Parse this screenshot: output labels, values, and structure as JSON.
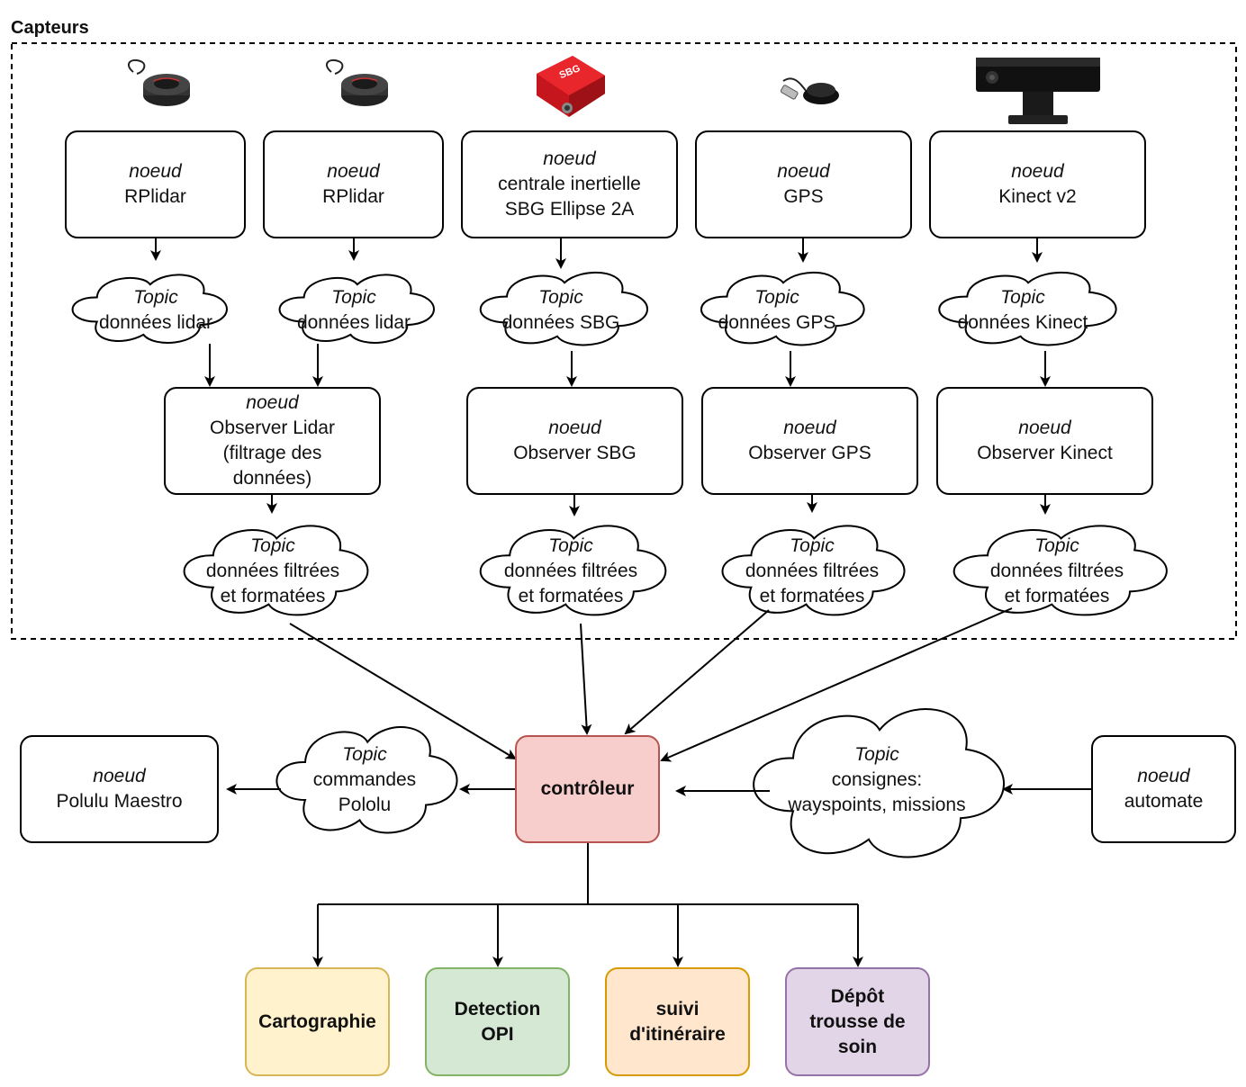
{
  "title": "Capteurs",
  "colors": {
    "controller_fill": "#f8cecc",
    "controller_stroke": "#b85450",
    "task_cartographie_fill": "#fff2cc",
    "task_cartographie_stroke": "#d6b656",
    "task_detection_fill": "#d5e8d4",
    "task_detection_stroke": "#82b366",
    "task_suivi_fill": "#ffe6cc",
    "task_suivi_stroke": "#d79b00",
    "task_depot_fill": "#e1d5e7",
    "task_depot_stroke": "#9673a6"
  },
  "devices": [
    "rplidar-sensor-icon",
    "rplidar-sensor-icon",
    "sbg-ellipse-imu-icon",
    "gps-receiver-icon",
    "kinect-v2-icon"
  ],
  "sensor_nodes": [
    {
      "kind": "noeud",
      "name": "RPlidar"
    },
    {
      "kind": "noeud",
      "name": "RPlidar"
    },
    {
      "kind": "noeud",
      "name": "centrale inertielle",
      "name2": "SBG Ellipse 2A"
    },
    {
      "kind": "noeud",
      "name": "GPS"
    },
    {
      "kind": "noeud",
      "name": "Kinect v2"
    }
  ],
  "raw_topics": [
    {
      "kind": "Topic",
      "name": "données lidar"
    },
    {
      "kind": "Topic",
      "name": "données lidar"
    },
    {
      "kind": "Topic",
      "name": "données SBG"
    },
    {
      "kind": "Topic",
      "name": "données GPS"
    },
    {
      "kind": "Topic",
      "name": "données Kinect"
    }
  ],
  "observer_nodes": [
    {
      "kind": "noeud",
      "name": "Observer Lidar",
      "name2": "(filtrage des",
      "name3": "données)"
    },
    {
      "kind": "noeud",
      "name": "Observer SBG"
    },
    {
      "kind": "noeud",
      "name": "Observer GPS"
    },
    {
      "kind": "noeud",
      "name": "Observer Kinect"
    }
  ],
  "filtered_topics": [
    {
      "kind": "Topic",
      "name": "données filtrées",
      "name2": "et formatées"
    },
    {
      "kind": "Topic",
      "name": "données filtrées",
      "name2": "et formatées"
    },
    {
      "kind": "Topic",
      "name": "données filtrées",
      "name2": "et formatées"
    },
    {
      "kind": "Topic",
      "name": "données filtrées",
      "name2": "et formatées"
    }
  ],
  "controller": {
    "label": "contrôleur"
  },
  "pololu_topic": {
    "kind": "Topic",
    "name": "commandes",
    "name2": "Pololu"
  },
  "pololu_node": {
    "kind": "noeud",
    "name": "Polulu Maestro"
  },
  "consignes_topic": {
    "kind": "Topic",
    "name": "consignes:",
    "name2": "wayspoints, missions"
  },
  "automate_node": {
    "kind": "noeud",
    "name": "automate"
  },
  "tasks": [
    {
      "line1": "Cartographie"
    },
    {
      "line1": "Detection",
      "line2": "OPI"
    },
    {
      "line1": "suivi",
      "line2": "d'itinéraire"
    },
    {
      "line1": "Dépôt",
      "line2": "trousse de",
      "line3": "soin"
    }
  ]
}
